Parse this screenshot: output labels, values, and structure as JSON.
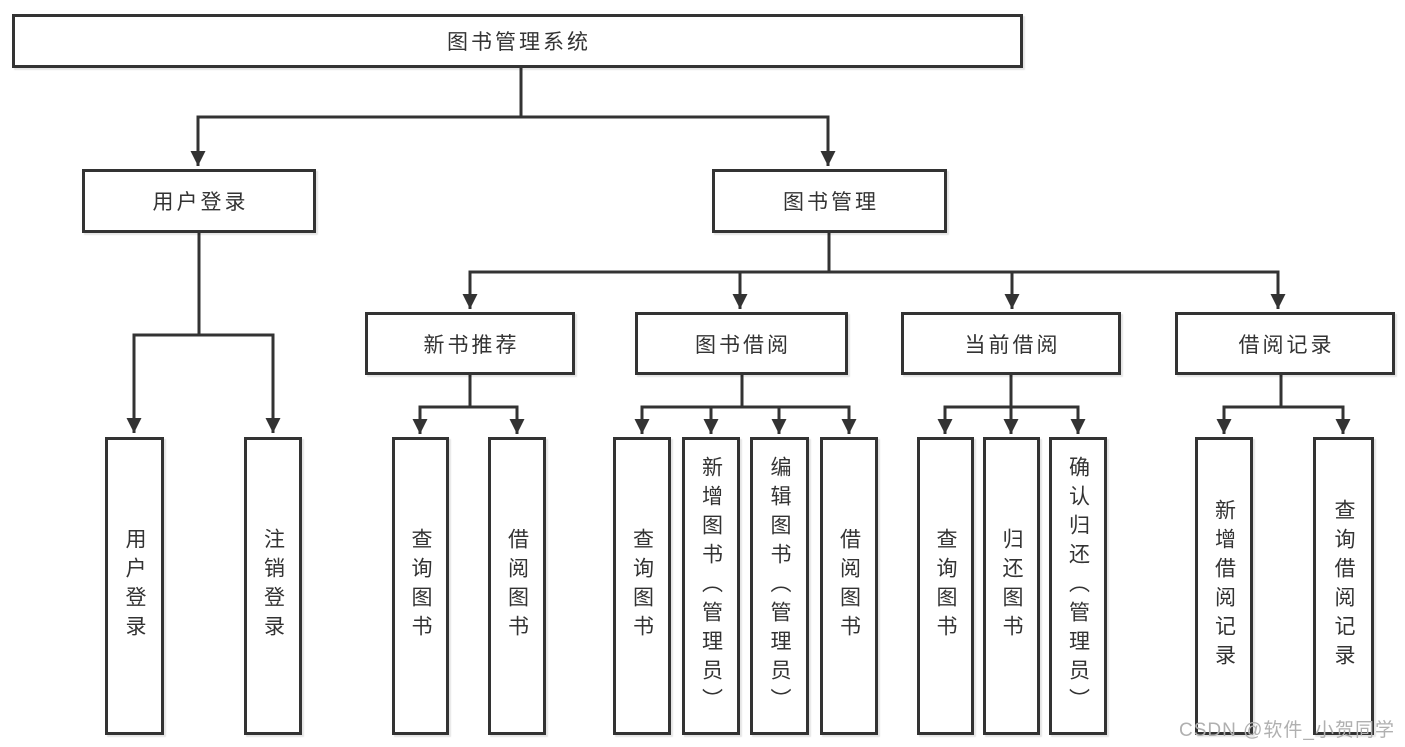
{
  "tree": {
    "label": "图书管理系统",
    "children": [
      {
        "label": "用户登录",
        "children": [
          {
            "label": "用户登录"
          },
          {
            "label": "注销登录"
          }
        ]
      },
      {
        "label": "图书管理",
        "children": [
          {
            "label": "新书推荐",
            "children": [
              {
                "label": "查询图书"
              },
              {
                "label": "借阅图书"
              }
            ]
          },
          {
            "label": "图书借阅",
            "children": [
              {
                "label": "查询图书"
              },
              {
                "label": "新增图书（管理员）"
              },
              {
                "label": "编辑图书（管理员）"
              },
              {
                "label": "借阅图书"
              }
            ]
          },
          {
            "label": "当前借阅",
            "children": [
              {
                "label": "查询图书"
              },
              {
                "label": "归还图书"
              },
              {
                "label": "确认归还（管理员）"
              }
            ]
          },
          {
            "label": "借阅记录",
            "children": [
              {
                "label": "新增借阅记录"
              },
              {
                "label": "查询借阅记录"
              }
            ]
          }
        ]
      }
    ]
  },
  "watermark": "CSDN @软件_小贺同学",
  "colors": {
    "line": "#333333",
    "box_border": "#333333",
    "text": "#333333",
    "watermark": "#b0b0b0",
    "background": "#ffffff"
  }
}
